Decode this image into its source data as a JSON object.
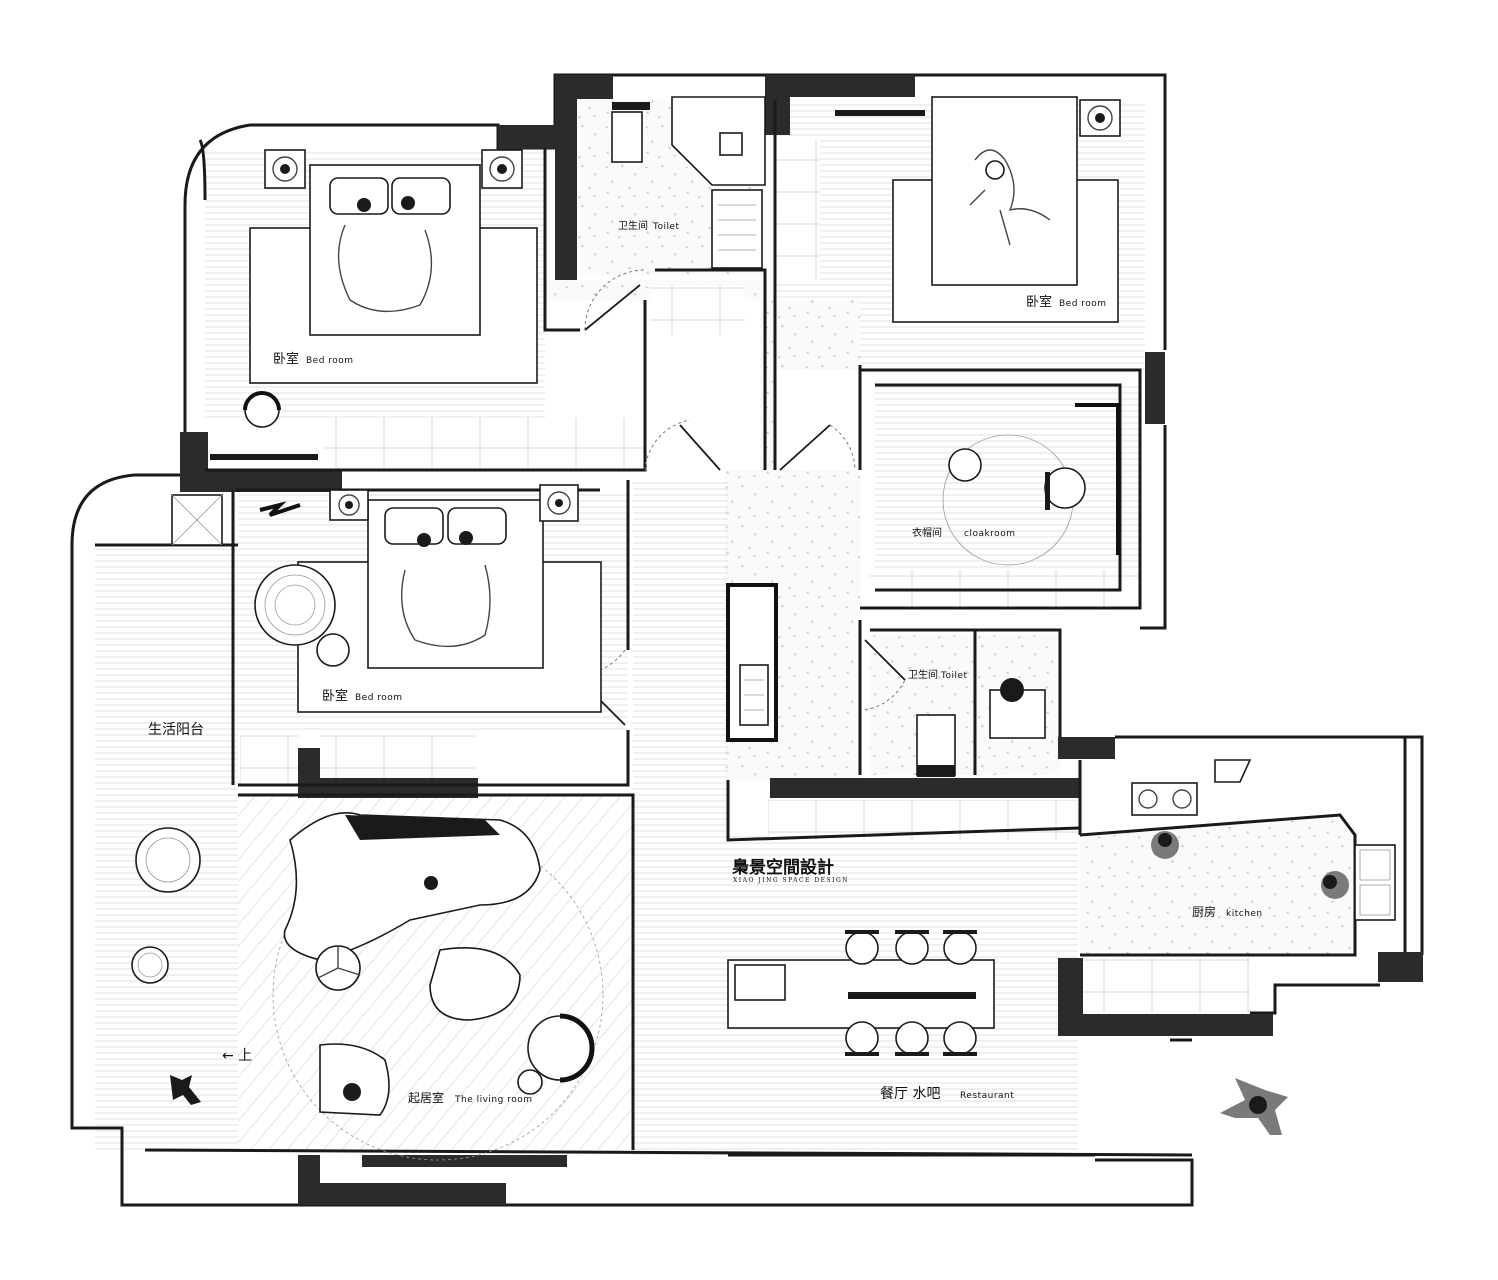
{
  "brand": {
    "name_cn": "梟景空間設計",
    "name_en": "XIAO JING SPACE DESIGN"
  },
  "rooms": {
    "bedroom_left_top": {
      "cn": "卧室",
      "en": "Bed room"
    },
    "toilet_top": {
      "cn": "卫生间",
      "en": "Toilet"
    },
    "bedroom_right_top": {
      "cn": "卧室",
      "en": "Bed room"
    },
    "cloakroom": {
      "cn": "衣帽间",
      "en": "cloakroom"
    },
    "bedroom_middle": {
      "cn": "卧室",
      "en": "Bed room"
    },
    "toilet_middle": {
      "cn": "卫生间",
      "en": "Toilet"
    },
    "balcony": {
      "cn": "生活阳台"
    },
    "kitchen": {
      "cn": "厨房",
      "en": "kitchen"
    },
    "living_room": {
      "cn": "起居室",
      "en": "The living room"
    },
    "restaurant": {
      "cn": "餐厅 水吧",
      "en": "Restaurant"
    }
  },
  "annotations": {
    "stair_up": "← 上"
  },
  "colors": {
    "wall": "#2b2b2b",
    "line": "#1a1a1a",
    "background": "#ffffff"
  }
}
